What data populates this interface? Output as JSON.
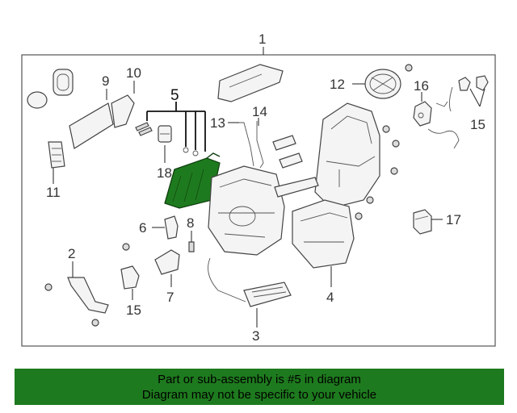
{
  "diagram": {
    "callouts": [
      {
        "id": "1",
        "label": "1"
      },
      {
        "id": "2",
        "label": "2"
      },
      {
        "id": "3",
        "label": "3"
      },
      {
        "id": "4",
        "label": "4"
      },
      {
        "id": "5",
        "label": "5"
      },
      {
        "id": "6",
        "label": "6"
      },
      {
        "id": "7",
        "label": "7"
      },
      {
        "id": "8",
        "label": "8"
      },
      {
        "id": "9",
        "label": "9"
      },
      {
        "id": "10",
        "label": "10"
      },
      {
        "id": "11",
        "label": "11"
      },
      {
        "id": "12",
        "label": "12"
      },
      {
        "id": "13",
        "label": "13"
      },
      {
        "id": "14",
        "label": "14"
      },
      {
        "id": "15a",
        "label": "15"
      },
      {
        "id": "15b",
        "label": "15"
      },
      {
        "id": "16",
        "label": "16"
      },
      {
        "id": "17",
        "label": "17"
      },
      {
        "id": "18",
        "label": "18"
      }
    ],
    "highlight_color": "#1e7a1e"
  },
  "banner": {
    "line1": "Part or sub-assembly is #5 in diagram",
    "line2": "Diagram may not be specific to your vehicle"
  }
}
